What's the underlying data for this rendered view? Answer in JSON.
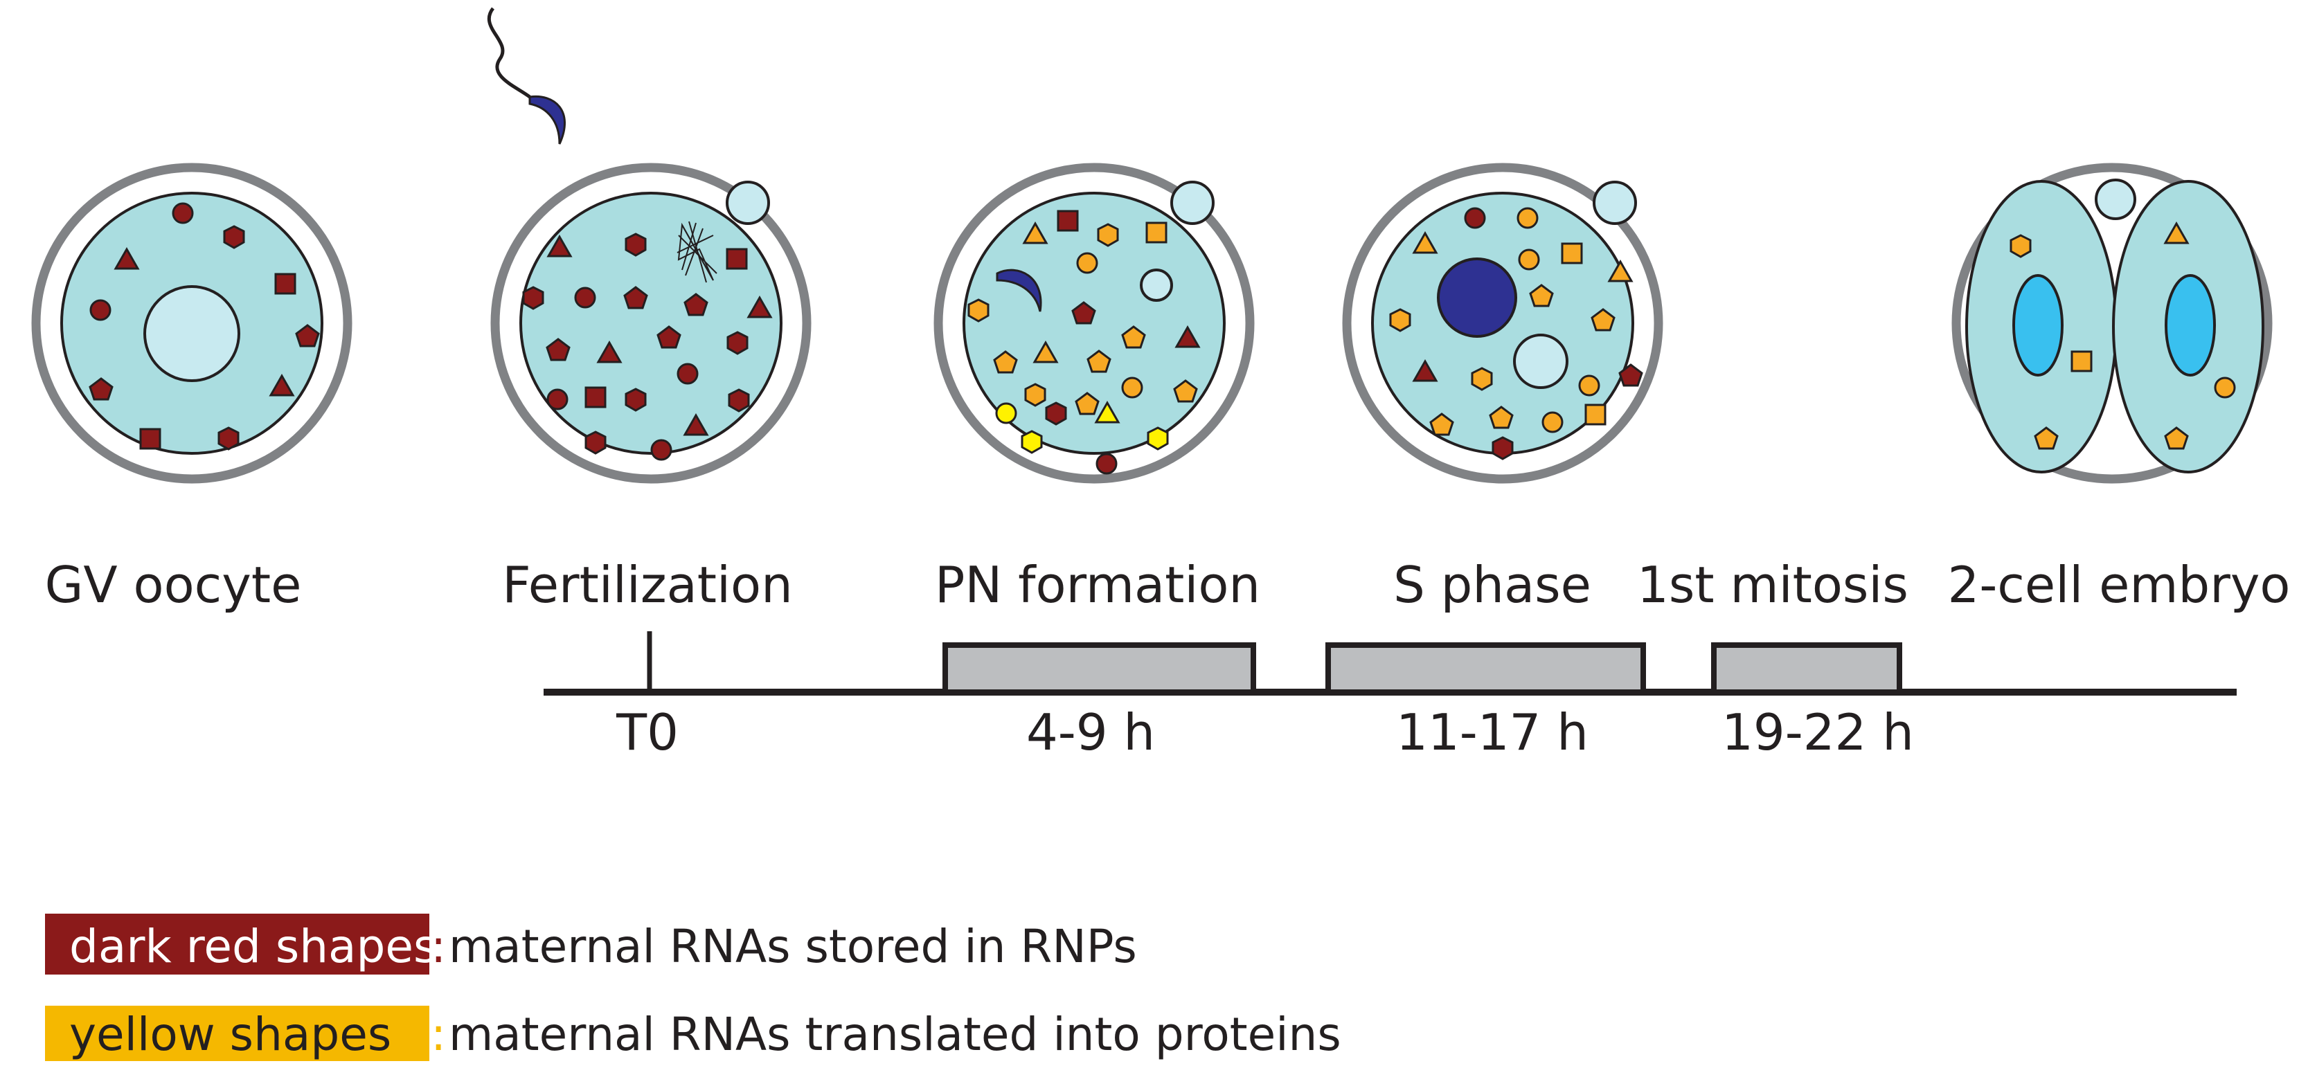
{
  "stages": [
    {
      "id": "gv",
      "label": "GV oocyte"
    },
    {
      "id": "fert",
      "label": "Fertilization"
    },
    {
      "id": "pn",
      "label": "PN formation"
    },
    {
      "id": "s",
      "label": "S phase"
    },
    {
      "id": "mit",
      "label": "1st mitosis"
    },
    {
      "id": "twocell",
      "label": "2-cell embryo"
    }
  ],
  "timeline": {
    "t0": "T0",
    "intervals": [
      "4-9 h",
      "11-17 h",
      "19-22 h"
    ]
  },
  "legend": [
    {
      "swatch_text": "dark red shapes",
      "colon": ":",
      "description": "maternal RNAs stored in RNPs",
      "color": "#8b1a1a"
    },
    {
      "swatch_text": "yellow shapes",
      "colon": ":",
      "description": "maternal RNAs translated into proteins",
      "color": "#f5b800"
    }
  ],
  "colors": {
    "cytoplasm": "#aadde0",
    "zona": "#808285",
    "dark_red": "#8b1a1a",
    "orange": "#f7a823",
    "yellow": "#fff200",
    "sperm": "#2e3192",
    "nucleus_blue": "#39c0ef",
    "pronucleus": "#c8eaf0",
    "bar_fill": "#bcbec0"
  }
}
